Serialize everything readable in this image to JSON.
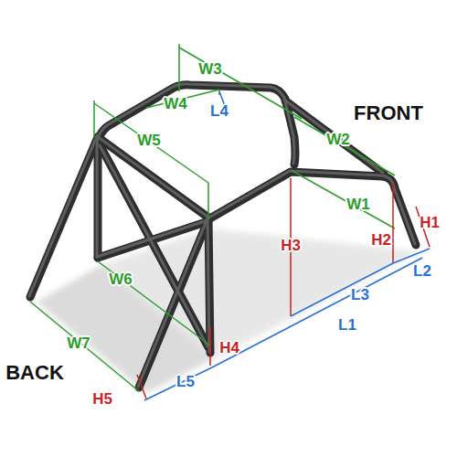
{
  "diagram": {
    "labels": [
      "W3",
      "W4",
      "L4",
      "FRONT",
      "W2",
      "W5",
      "W1",
      "H1",
      "H3",
      "H2",
      "L2",
      "L3",
      "L1",
      "W6",
      "W7",
      "H4",
      "BACK",
      "L5",
      "H5"
    ]
  }
}
